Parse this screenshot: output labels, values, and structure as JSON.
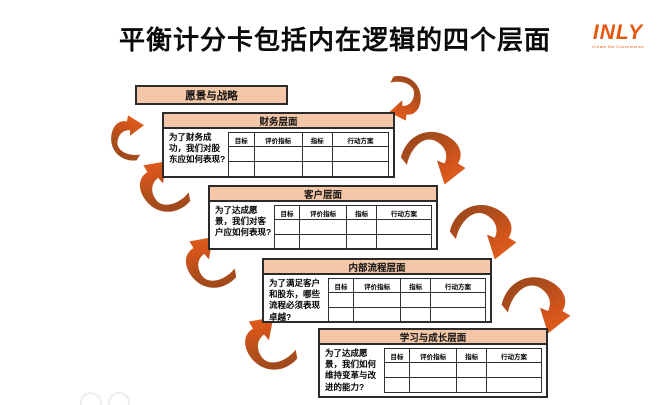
{
  "slide": {
    "title": "平衡计分卡包括内在逻辑的四个层面",
    "logo": {
      "name": "INLY",
      "tagline": "Create the Convenience"
    },
    "vision_label": "愿景与战略",
    "table_headers": [
      "目标",
      "评价指标",
      "指标",
      "行动方案"
    ],
    "perspectives": [
      {
        "title": "财务层面",
        "question": "为了财务成功，我们对股东应如何表现?"
      },
      {
        "title": "客户层面",
        "question": "为了达成愿景，我们对客户应如何表现?"
      },
      {
        "title": "内部流程层面",
        "question": "为了满足客户和股东，哪些流程必须表现卓越?"
      },
      {
        "title": "学习与成长层面",
        "question": "为了达成愿景，我们如何维持变革与改进的能力?"
      }
    ],
    "colors": {
      "box_fill": "#F3C7A7",
      "box_border": "#2B2B2B",
      "arrow_dark": "#9A481C",
      "arrow_bright": "#E2601E",
      "logo_orange": "#E5570F"
    }
  }
}
